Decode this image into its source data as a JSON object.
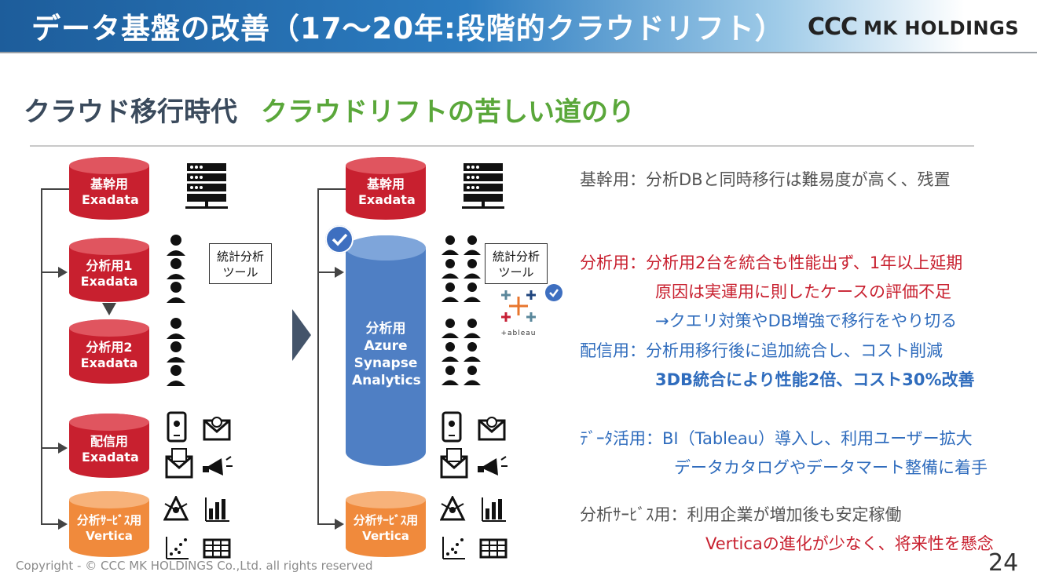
{
  "header": {
    "title": "データ基盤の改善（17～20年:段階的クラウドリフト）",
    "logo_ccc": "CCC",
    "logo_mk": "MK HOLDINGS"
  },
  "subtitle": {
    "era": "クラウド移行時代",
    "headline": "クラウドリフトの苦しい道のり"
  },
  "before": {
    "core_db": "基幹用 Exadata",
    "analysis_db1": "分析用1 Exadata",
    "analysis_db2": "分析用2 Exadata",
    "delivery_db": "配信用 Exadata",
    "service_db": "分析ｻｰﾋﾞｽ用 Vertica",
    "stats_tool": "統計分析 ツール"
  },
  "after": {
    "core_db": "基幹用 Exadata",
    "synapse_db": "分析用 Azure Synapse Analytics",
    "service_db": "分析ｻｰﾋﾞｽ用 Vertica",
    "stats_tool": "統計分析 ツール",
    "tableau_logo": "+ableau"
  },
  "notes": {
    "core": "基幹用：分析DBと同時移行は難易度が高く、残置",
    "analysis_1": "分析用：分析用2台を統合も性能出ず、1年以上延期",
    "analysis_2": "原因は実運用に則したケースの評価不足",
    "analysis_3": "→クエリ対策やDB増強で移行をやり切る",
    "delivery_1": "配信用：分析用移行後に追加統合し、コスト削減",
    "delivery_2": "3DB統合により性能2倍、コスト30%改善",
    "data_1": "ﾃﾞｰﾀ活用：BI（Tableau）導入し、利用ユーザー拡大",
    "data_2": "データカタログやデータマート整備に着手",
    "service_1": "分析ｻｰﾋﾞｽ用：利用企業が増加後も安定稼働",
    "service_2": "Verticaの進化が少なく、将来性を懸念"
  },
  "footer": {
    "copyright": "Copyright - © CCC MK HOLDINGS Co.,Ltd. all rights reserved",
    "page": "24"
  },
  "colors": {
    "red": "#c8202f",
    "blue": "#2f6cbd",
    "green": "#5aa73a",
    "orange": "#f08a3c",
    "synapse": "#4f7fc4"
  }
}
